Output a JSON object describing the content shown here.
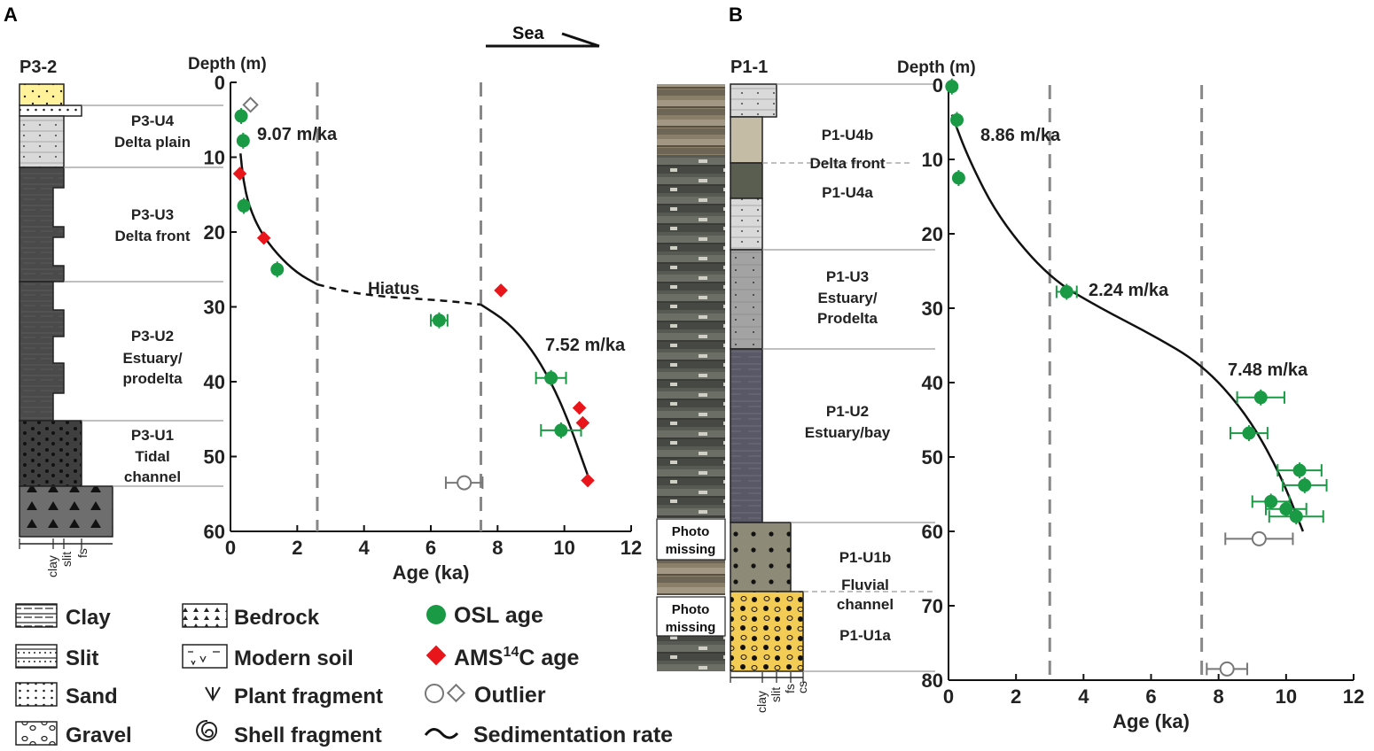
{
  "panels": [
    {
      "letter": "A",
      "core_name": "P3-2",
      "grain_sizes": [
        "clay",
        "slit",
        "fs"
      ],
      "units": [
        {
          "name": "P3-U4",
          "env": [
            "Delta plain"
          ]
        },
        {
          "name": "P3-U3",
          "env": [
            "Delta front"
          ]
        },
        {
          "name": "P3-U2",
          "env": [
            "Estuary/",
            "prodelta"
          ]
        },
        {
          "name": "P3-U1",
          "env": [
            "Tidal",
            "channel"
          ]
        }
      ],
      "hiatus_label": "Hiatus",
      "sea_label": "Sea",
      "rates": [
        "9.07 m/ka",
        "7.52 m/ka"
      ]
    },
    {
      "letter": "B",
      "core_name": "P1-1",
      "grain_sizes": [
        "clay",
        "slit",
        "fs",
        "cs"
      ],
      "photo_missing": [
        "Photo",
        "missing"
      ],
      "units": [
        {
          "name": "P1-U4b",
          "env": []
        },
        {
          "name": "",
          "env": [
            "Delta front"
          ]
        },
        {
          "name": "P1-U4a",
          "env": []
        },
        {
          "name": "P1-U3",
          "env": [
            "Estuary/",
            "Prodelta"
          ]
        },
        {
          "name": "P1-U2",
          "env": [
            "Estuary/bay"
          ]
        },
        {
          "name": "P1-U1b",
          "env": []
        },
        {
          "name": "",
          "env": [
            "Fluvial",
            "channel"
          ]
        },
        {
          "name": "P1-U1a",
          "env": []
        }
      ],
      "rates": [
        "8.86 m/ka",
        "2.24 m/ka",
        "7.48 m/ka"
      ]
    }
  ],
  "legend": [
    {
      "key": "clay",
      "label": "Clay"
    },
    {
      "key": "slit",
      "label": "Slit"
    },
    {
      "key": "sand",
      "label": "Sand"
    },
    {
      "key": "gravel",
      "label": "Gravel"
    },
    {
      "key": "bedrock",
      "label": "Bedrock"
    },
    {
      "key": "soil",
      "label": "Modern soil"
    },
    {
      "key": "plant",
      "label": "Plant fragment"
    },
    {
      "key": "shell",
      "label": "Shell fragment"
    },
    {
      "key": "osl",
      "label": "OSL age"
    },
    {
      "key": "ams",
      "label": "AMS",
      "sup": "14",
      "tail": "C age"
    },
    {
      "key": "outlier",
      "label": "Outlier"
    },
    {
      "key": "rate",
      "label": "Sedimentation rate"
    }
  ],
  "colors": {
    "osl": "#1a9a45",
    "ams": "#e8161b",
    "outlier": "#777777",
    "dark_sediment": "#4a4a4a",
    "soil": "#f5e79c",
    "sand_yellow": "#f2cc55",
    "guide": "#888888"
  },
  "chart_data": [
    {
      "type": "scatter",
      "xlabel": "Age (ka)",
      "ylabel": "Depth (m)",
      "xlim": [
        0,
        12
      ],
      "ylim": [
        0,
        60
      ],
      "y_inverted": true,
      "xticks": [
        0,
        2,
        4,
        6,
        8,
        10,
        12
      ],
      "yticks": [
        0,
        10,
        20,
        30,
        40,
        50,
        60
      ],
      "guide_lines_x": [
        2.6,
        7.5
      ],
      "grid": false,
      "series": [
        {
          "name": "OSL age",
          "marker": "circle",
          "points": [
            {
              "x": 0.32,
              "y": 4.5,
              "xerr": 0
            },
            {
              "x": 0.38,
              "y": 7.8,
              "xerr": 0
            },
            {
              "x": 0.4,
              "y": 16.5,
              "xerr": 0
            },
            {
              "x": 1.4,
              "y": 25.0,
              "xerr": 0
            },
            {
              "x": 6.25,
              "y": 31.8,
              "xerr": 0.25
            },
            {
              "x": 9.6,
              "y": 39.5,
              "xerr": 0.45
            },
            {
              "x": 9.9,
              "y": 46.5,
              "xerr": 0.6
            }
          ]
        },
        {
          "name": "AMS 14C age",
          "marker": "diamond",
          "points": [
            {
              "x": 0.28,
              "y": 12.2,
              "xerr": 0
            },
            {
              "x": 1.0,
              "y": 20.8,
              "xerr": 0
            },
            {
              "x": 8.1,
              "y": 27.8,
              "xerr": 0
            },
            {
              "x": 10.45,
              "y": 43.5,
              "xerr": 0
            },
            {
              "x": 10.55,
              "y": 45.5,
              "xerr": 0
            },
            {
              "x": 10.7,
              "y": 53.2,
              "xerr": 0
            }
          ]
        },
        {
          "name": "Outlier",
          "marker": "open-circle",
          "points": [
            {
              "x": 7.0,
              "y": 53.5,
              "xerr": 0.55
            }
          ]
        },
        {
          "name": "Outlier",
          "marker": "open-diamond",
          "points": [
            {
              "x": 0.6,
              "y": 3.0,
              "xerr": 0
            }
          ]
        }
      ],
      "rate_curve": [
        {
          "x": 0.3,
          "y": 9.5
        },
        {
          "x": 0.38,
          "y": 13
        },
        {
          "x": 0.55,
          "y": 16.5
        },
        {
          "x": 0.9,
          "y": 20
        },
        {
          "x": 1.4,
          "y": 23
        },
        {
          "x": 2.0,
          "y": 25.5
        },
        {
          "x": 2.6,
          "y": 27
        }
      ],
      "hiatus_curve": [
        {
          "x": 2.6,
          "y": 27
        },
        {
          "x": 3.5,
          "y": 28
        },
        {
          "x": 4.5,
          "y": 28.6
        },
        {
          "x": 5.5,
          "y": 28.9
        },
        {
          "x": 6.5,
          "y": 29.2
        },
        {
          "x": 7.5,
          "y": 29.7
        }
      ],
      "rate_curve_2": [
        {
          "x": 7.5,
          "y": 29.7
        },
        {
          "x": 8.3,
          "y": 32
        },
        {
          "x": 9.0,
          "y": 35.5
        },
        {
          "x": 9.6,
          "y": 40
        },
        {
          "x": 10.1,
          "y": 45
        },
        {
          "x": 10.5,
          "y": 50
        },
        {
          "x": 10.7,
          "y": 52.5
        }
      ]
    },
    {
      "type": "scatter",
      "xlabel": "Age (ka)",
      "ylabel": "Depth (m)",
      "xlim": [
        0,
        12
      ],
      "ylim": [
        0,
        80
      ],
      "y_inverted": true,
      "xticks": [
        0,
        2,
        4,
        6,
        8,
        10,
        12
      ],
      "yticks": [
        0,
        10,
        20,
        30,
        40,
        50,
        60,
        70,
        80
      ],
      "guide_lines_x": [
        3.0,
        7.5
      ],
      "grid": false,
      "series": [
        {
          "name": "OSL age",
          "marker": "circle",
          "points": [
            {
              "x": 0.1,
              "y": 0.2,
              "xerr": 0
            },
            {
              "x": 0.25,
              "y": 4.7,
              "xerr": 0
            },
            {
              "x": 0.3,
              "y": 12.5,
              "xerr": 0
            },
            {
              "x": 3.5,
              "y": 27.8,
              "xerr": 0.3
            },
            {
              "x": 9.25,
              "y": 42.0,
              "xerr": 0.7
            },
            {
              "x": 8.9,
              "y": 46.8,
              "xerr": 0.55
            },
            {
              "x": 10.4,
              "y": 51.8,
              "xerr": 0.65
            },
            {
              "x": 10.55,
              "y": 53.8,
              "xerr": 0.65
            },
            {
              "x": 9.55,
              "y": 56.0,
              "xerr": 0.55
            },
            {
              "x": 10.0,
              "y": 57.0,
              "xerr": 0.6
            },
            {
              "x": 10.3,
              "y": 58.0,
              "xerr": 0.8
            }
          ]
        },
        {
          "name": "Outlier",
          "marker": "open-circle",
          "points": [
            {
              "x": 9.2,
              "y": 61.0,
              "xerr": 1.0
            },
            {
              "x": 8.25,
              "y": 78.5,
              "xerr": 0.6
            }
          ]
        }
      ],
      "rate_curve": [
        {
          "x": 0.1,
          "y": 4
        },
        {
          "x": 0.6,
          "y": 10
        },
        {
          "x": 1.5,
          "y": 18
        },
        {
          "x": 3,
          "y": 26
        },
        {
          "x": 4.5,
          "y": 30
        },
        {
          "x": 6,
          "y": 33.5
        },
        {
          "x": 7.5,
          "y": 37.5
        },
        {
          "x": 8.8,
          "y": 44
        },
        {
          "x": 9.8,
          "y": 52
        },
        {
          "x": 10.5,
          "y": 60
        }
      ]
    }
  ]
}
